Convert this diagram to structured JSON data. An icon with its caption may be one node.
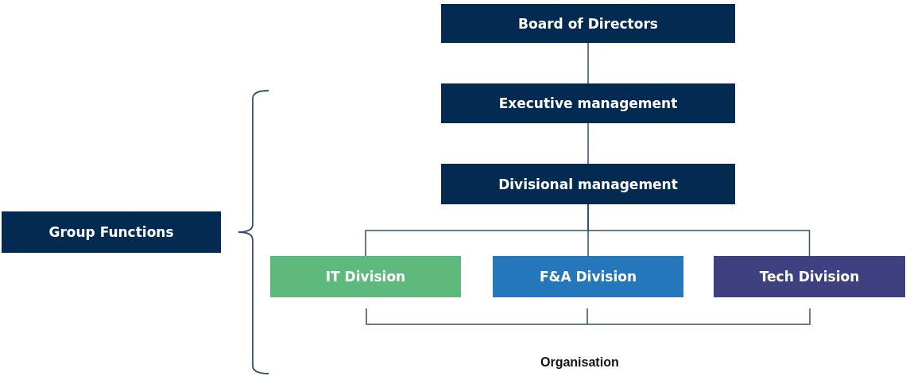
{
  "diagram": {
    "nodes": [
      {
        "text": [
          "Board of Directors"
        ]
      },
      {
        "text": [
          "Executive management"
        ]
      },
      {
        "text": [
          "Divisional management"
        ]
      },
      {
        "text": [
          "Group Functions"
        ]
      },
      {
        "text": [
          "IT Division"
        ]
      },
      {
        "text": [
          "F&A Division"
        ]
      },
      {
        "text": [
          "Tech Division"
        ]
      }
    ],
    "edges": [
      {
        "from": 0,
        "to": 1,
        "arrow": "none"
      },
      {
        "from": 1,
        "to": 2,
        "arrow": "none"
      },
      {
        "from": 2,
        "to": 4,
        "arrow": "none"
      },
      {
        "from": 2,
        "to": 5,
        "arrow": "none"
      },
      {
        "from": 2,
        "to": 6,
        "arrow": "none"
      }
    ],
    "labels": [
      "Organisation"
    ]
  }
}
